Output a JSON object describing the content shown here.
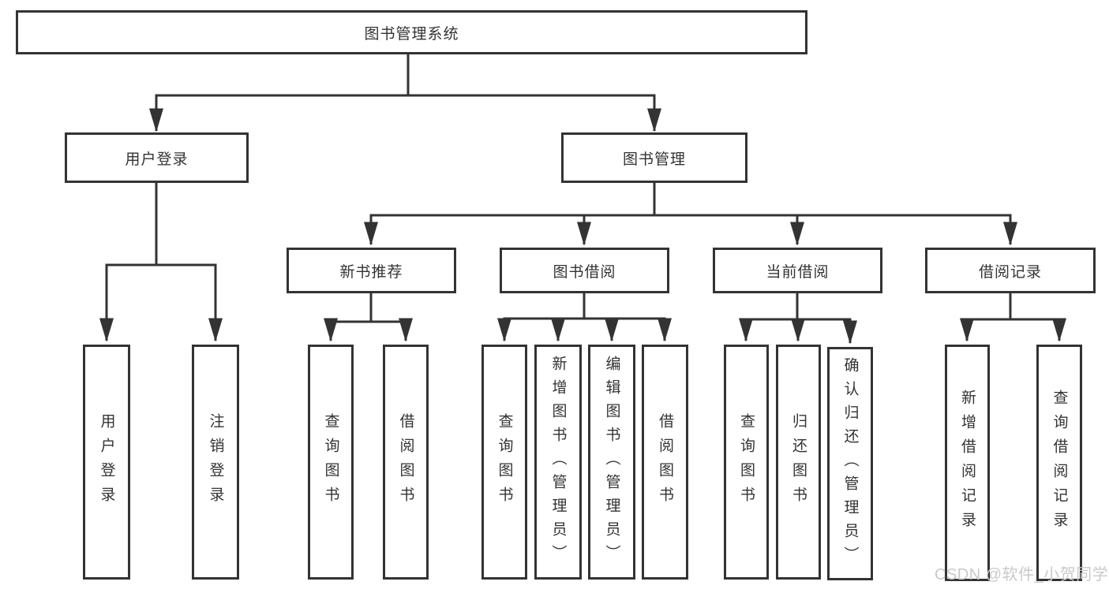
{
  "diagram": {
    "type": "tree",
    "colors": {
      "line": "#333333",
      "border": "#333333",
      "text": "#333333",
      "background": "#ffffff",
      "watermark": "#c9c9c9"
    }
  },
  "nodes": {
    "root": "图书管理系统",
    "user_login": "用户登录",
    "book_management": "图书管理",
    "new_book_recommend": "新书推荐",
    "book_borrowing": "图书借阅",
    "current_borrowing": "当前借阅",
    "borrowing_records": "借阅记录",
    "leaf_user_login": "用户登录",
    "leaf_logout": "注销登录",
    "leaf_query_books_1": "查询图书",
    "leaf_borrow_books_1": "借阅图书",
    "leaf_query_books_2": "查询图书",
    "leaf_add_book_admin": "新增图书（管理员）",
    "leaf_edit_book_admin": "编辑图书（管理员）",
    "leaf_borrow_books_2": "借阅图书",
    "leaf_query_books_3": "查询图书",
    "leaf_return_book": "归还图书",
    "leaf_confirm_return_admin": "确认归还（管理员）",
    "leaf_add_borrow_record": "新增借阅记录",
    "leaf_query_borrow_record": "查询借阅记录"
  },
  "hierarchy": {
    "图书管理系统": {
      "用户登录": [
        "用户登录",
        "注销登录"
      ],
      "图书管理": {
        "新书推荐": [
          "查询图书",
          "借阅图书"
        ],
        "图书借阅": [
          "查询图书",
          "新增图书（管理员）",
          "编辑图书（管理员）",
          "借阅图书"
        ],
        "当前借阅": [
          "查询图书",
          "归还图书",
          "确认归还（管理员）"
        ],
        "借阅记录": [
          "新增借阅记录",
          "查询借阅记录"
        ]
      }
    }
  },
  "watermark": "CSDN @软件_小贺同学"
}
